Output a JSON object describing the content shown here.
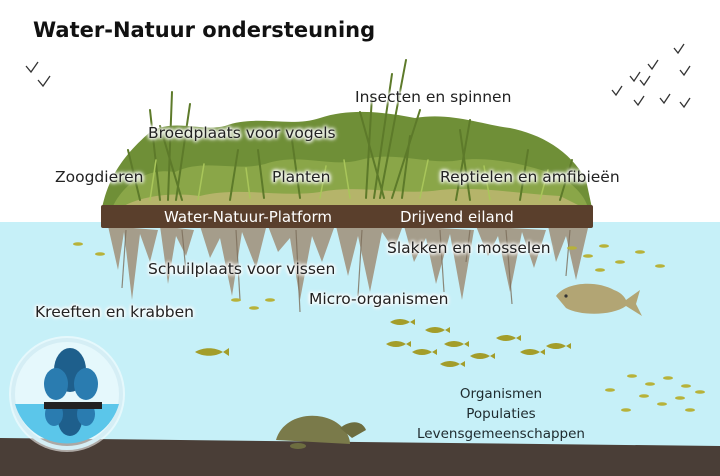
{
  "title": "Water-Natuur ondersteuning",
  "platform": {
    "left_label": "Water-Natuur-Platform",
    "right_label": "Drijvend eiland"
  },
  "labels": {
    "insects": "Insecten en spinnen",
    "birds": "Broedplaats voor vogels",
    "mammals": "Zoogdieren",
    "plants": "Planten",
    "reptiles": "Reptielen en amfibieën",
    "snails": "Slakken en mosselen",
    "fish_shelter": "Schuilplaats voor vissen",
    "micro": "Micro-organismen",
    "crayfish": "Kreeften en krabben"
  },
  "levels": [
    "Organismen",
    "Populaties",
    "Levensgemeenschappen"
  ],
  "colors": {
    "water": "#c6f0f8",
    "platform": "#5a3f2c",
    "bottom": "#4a3e37",
    "vegetation": "#6f8f37",
    "fish": "#8f8a2a",
    "roots": "#a08f78"
  }
}
